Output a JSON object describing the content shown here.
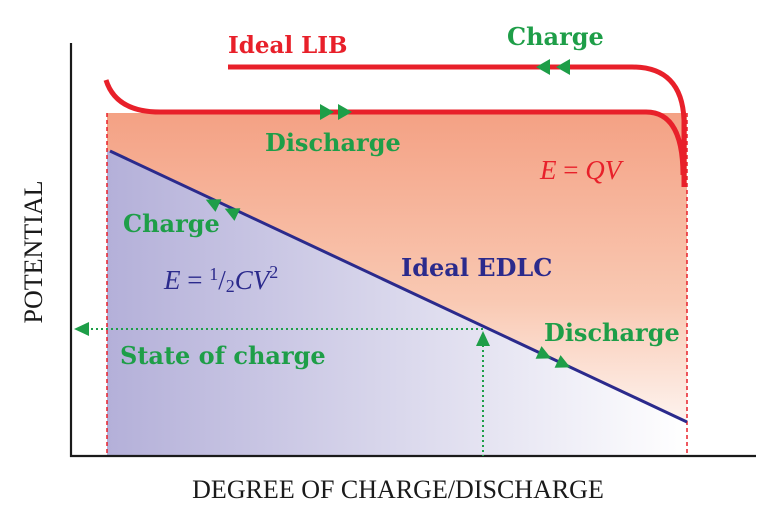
{
  "colors": {
    "lib_red": "#e8202a",
    "edlc_navy": "#2b2a8c",
    "green": "#1e9e48",
    "axis": "#1a1a1a",
    "orange_fill": "#f6ab8c",
    "lilac_fill": "#b9b5dc"
  },
  "axes": {
    "y_label": "POTENTIAL",
    "x_label": "DEGREE OF CHARGE/DISCHARGE"
  },
  "lib": {
    "name": "Ideal LIB",
    "charge_label": "Charge",
    "discharge_label": "Discharge",
    "energy_eq": {
      "lhs": "E",
      "equals": " = ",
      "q": "Q",
      "v": "V"
    }
  },
  "edlc": {
    "name": "Ideal EDLC",
    "charge_label": "Charge",
    "discharge_label": "Discharge",
    "energy_eq": {
      "lhs": "E",
      "equals": " = ",
      "num": "1",
      "slash": "/",
      "den": "2",
      "c": "C",
      "v": "V",
      "exp": "2"
    }
  },
  "state_of_charge_label": "State of charge"
}
